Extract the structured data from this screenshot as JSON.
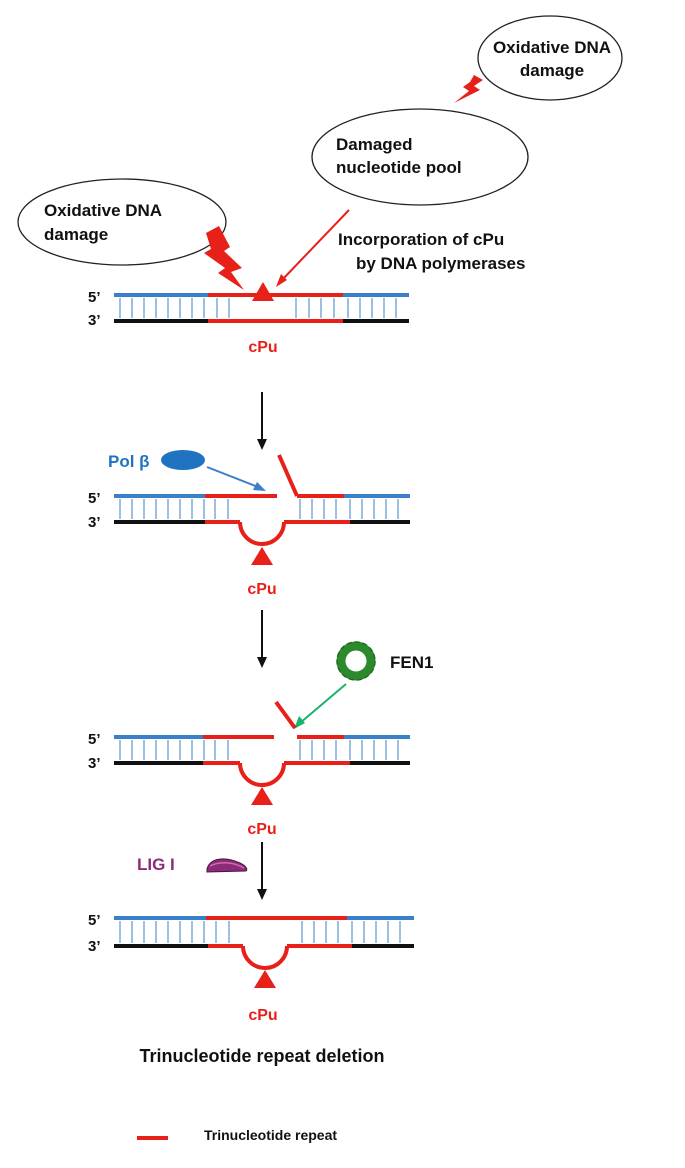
{
  "colors": {
    "repeat": "#e8201a",
    "top_strand": "#3a7fc9",
    "bottom_strand": "#111111",
    "pol_beta": "#1f73c1",
    "fen1": "#2c8a2c",
    "fen1_arrow": "#19b36b",
    "lig1": "#8c2b7a"
  },
  "bubbles": {
    "oxidative_top": {
      "line1": "Oxidative DNA",
      "line2": "damage"
    },
    "nucleotide_pool": {
      "line1": "Damaged",
      "line2": "nucleotide pool"
    },
    "oxidative_left": {
      "line1": "Oxidative DNA",
      "line2": "damage"
    }
  },
  "incorporation": {
    "line1": "Incorporation of cPu",
    "line2": "by DNA polymerases"
  },
  "strand_ends": {
    "five_prime": "5’",
    "three_prime": "3’"
  },
  "lesion_label": "cPu",
  "enzymes": {
    "pol_beta": {
      "label": "Pol β",
      "icon": "ellipse-enzyme"
    },
    "fen1": {
      "label": "FEN1",
      "icon": "ring-enzyme"
    },
    "lig1": {
      "label": "LIG I",
      "icon": "wedge-enzyme"
    }
  },
  "outcome": "Trinucleotide repeat deletion",
  "legend": {
    "label": "Trinucleotide repeat",
    "color": "#e8201a"
  }
}
